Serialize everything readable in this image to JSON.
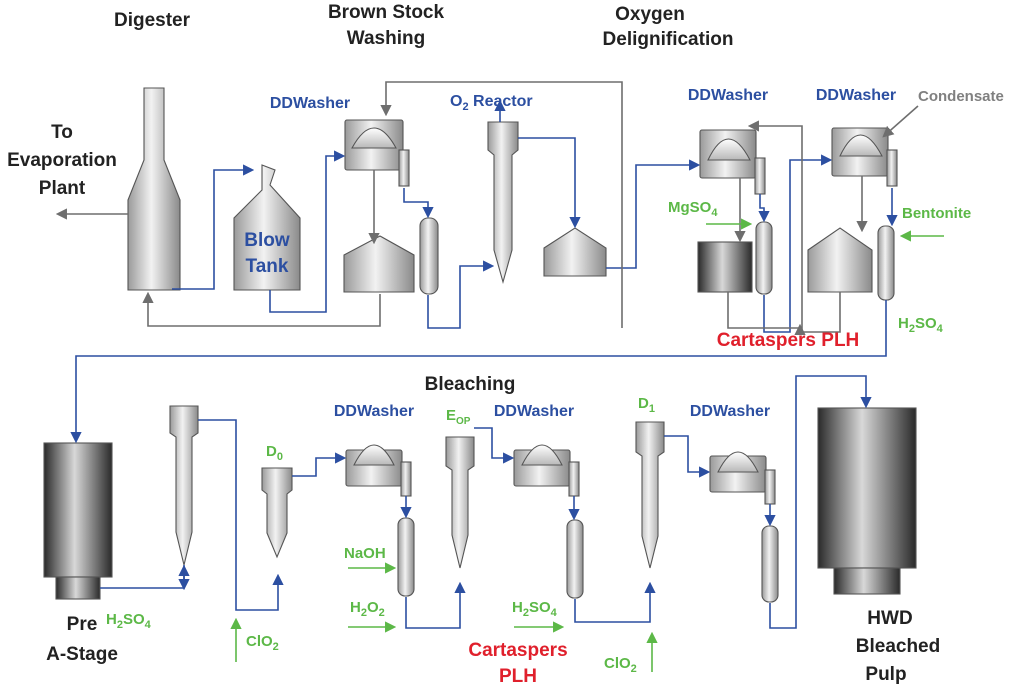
{
  "stages": {
    "digester": "Digester",
    "brown_stock_1": "Brown Stock",
    "brown_stock_2": "Washing",
    "oxygen_1": "Oxygen",
    "oxygen_2": "Delignification",
    "to_evap_1": "To",
    "to_evap_2": "Evaporation",
    "to_evap_3": "Plant",
    "bleaching": "Bleaching",
    "pre_1": "Pre",
    "pre_2": "A-Stage",
    "hwd_1": "HWD",
    "hwd_2": "Bleached",
    "hwd_3": "Pulp"
  },
  "equipment": {
    "ddwasher": "DDWasher",
    "o2_reactor_o": "O",
    "o2_reactor_sub": "2",
    "o2_reactor_rest": " Reactor",
    "blow_1": "Blow",
    "blow_2": "Tank",
    "d0_main": "D",
    "d0_sub": "0",
    "eop_main": "E",
    "eop_sub": "OP",
    "d1_main": "D",
    "d1_sub": "1"
  },
  "chemicals": {
    "mgso4_main": "MgSO",
    "mgso4_sub": "4",
    "bentonite": "Bentonite",
    "condensate": "Condensate",
    "h2so4_h": "H",
    "h2so4_2": "2",
    "h2so4_so": "SO",
    "h2so4_4": "4",
    "naoh": "NaOH",
    "h2o2_h": "H",
    "h2o2_2a": "2",
    "h2o2_o": "O",
    "h2o2_2b": "2",
    "clo2_main": "ClO",
    "clo2_sub": "2"
  },
  "product": {
    "cartaspers_full": "Cartaspers PLH",
    "cartaspers_1": "Cartaspers",
    "cartaspers_2": "PLH"
  },
  "colors": {
    "process_line": "#2c4fa1",
    "return_line": "#6e6e6e",
    "chemical": "#5cb847",
    "product": "#e0202c"
  }
}
